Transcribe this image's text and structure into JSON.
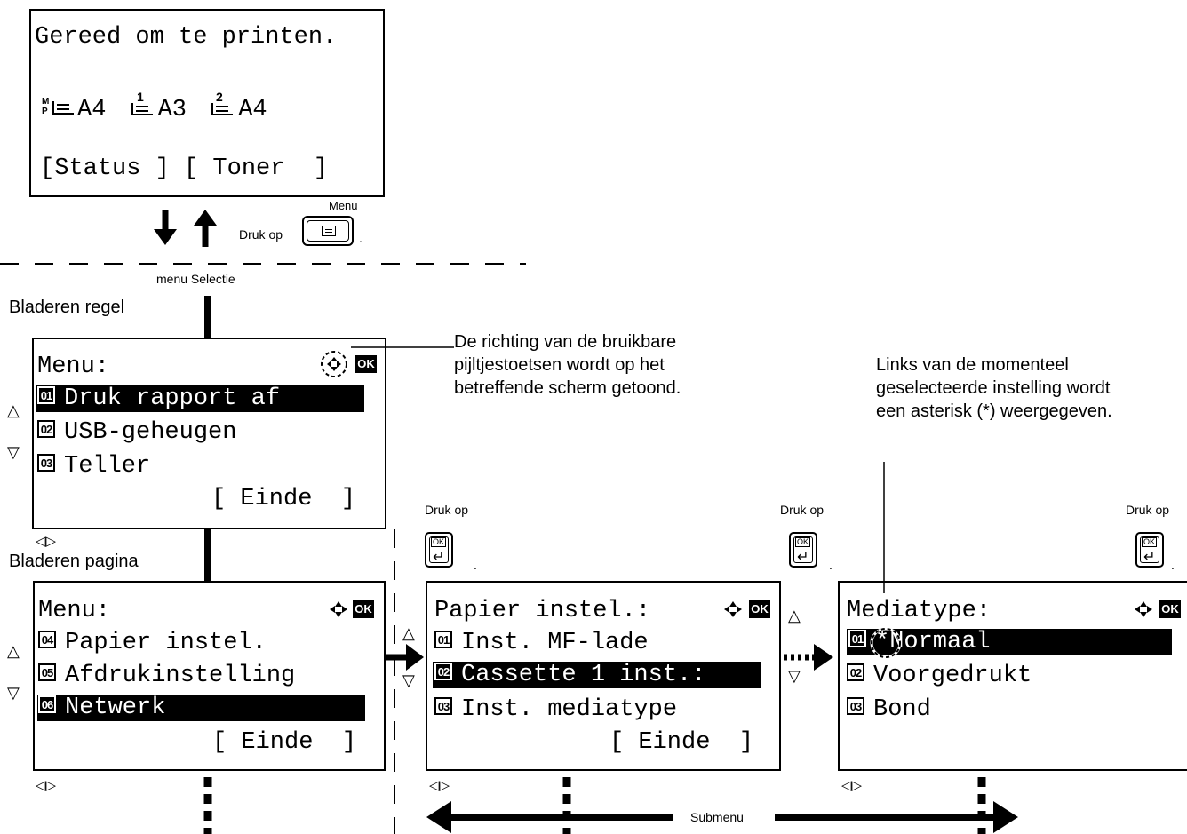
{
  "top_screen": {
    "line1": "Gereed om te printen.",
    "paper": [
      {
        "icon": "mp-tray-icon",
        "size": "A4"
      },
      {
        "icon": "cassette-1-icon",
        "size": "A3"
      },
      {
        "icon": "cassette-2-icon",
        "size": "A4"
      }
    ],
    "softkeys": "[Status ] [ Toner  ]"
  },
  "press_menu": {
    "text": "Druk op",
    "key_label": "Menu"
  },
  "menu_selectie_label": "menu Selectie",
  "bladeren_regel": "Bladeren regel",
  "bladeren_pagina": "Bladeren pagina",
  "screen_menu1": {
    "title": "Menu:",
    "items": [
      {
        "num": "01",
        "label": "Druk rapport af"
      },
      {
        "num": "02",
        "label": "USB-geheugen"
      },
      {
        "num": "03",
        "label": "Teller"
      }
    ],
    "softkey": "[ Einde  ]"
  },
  "screen_menu2": {
    "title": "Menu:",
    "items": [
      {
        "num": "04",
        "label": "Papier instel."
      },
      {
        "num": "05",
        "label": "Afdrukinstelling"
      },
      {
        "num": "06",
        "label": "Netwerk"
      }
    ],
    "softkey": "[ Einde  ]"
  },
  "screen_papier": {
    "title": "Papier instel.:",
    "items": [
      {
        "num": "01",
        "label": "Inst. MF-lade"
      },
      {
        "num": "02",
        "label": "Cassette 1 inst.:"
      },
      {
        "num": "03",
        "label": "Inst. mediatype"
      }
    ],
    "softkey": "[ Einde  ]"
  },
  "screen_mediatype": {
    "title": "Mediatype:",
    "items": [
      {
        "num": "01",
        "label": "*Normaal"
      },
      {
        "num": "02",
        "label": "Voorgedrukt"
      },
      {
        "num": "03",
        "label": "Bond"
      }
    ]
  },
  "ok_badge": "OK",
  "ok_key_label": "OK",
  "druk_op": "Druk op",
  "note_arrows": "De richting van de bruikbare pijltjestoetsen wordt op het betreffende scherm getoond.",
  "note_asterisk": "Links van de momenteel geselecteerde instelling wordt een asterisk (*) weergegeven.",
  "submenu_label": "Submenu"
}
